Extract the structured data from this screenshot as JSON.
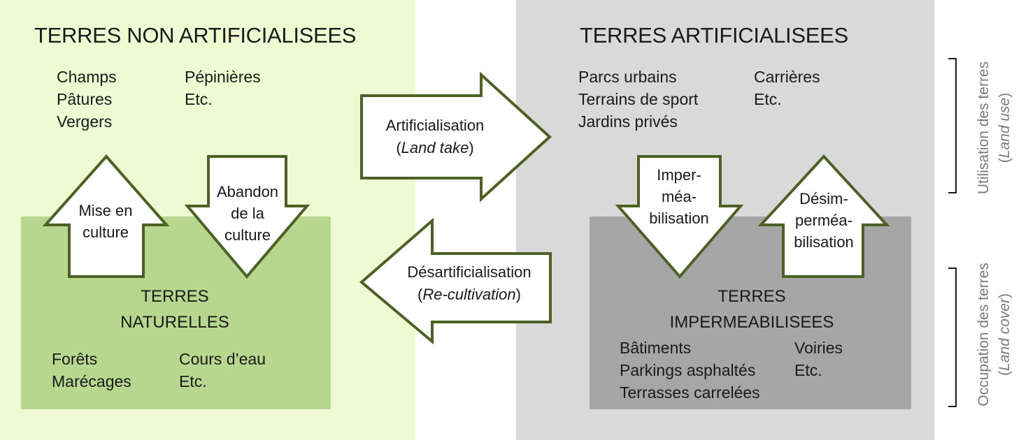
{
  "left_panel": {
    "title": "TERRES NON ARTIFICIALISEES",
    "items_col1": "Champs\nPâtures\nVergers",
    "items_col2": "Pépinières\nEtc."
  },
  "right_panel": {
    "title": "TERRES ARTIFICIALISEES",
    "items_col1": "Parcs urbains\nTerrains de sport\nJardins privés",
    "items_col2": "Carrières\nEtc."
  },
  "natural_box": {
    "title": "TERRES\nNATURELLES",
    "items_col1": "Forêts\nMarécages",
    "items_col2": "Cours d’eau\nEtc."
  },
  "impermeable_box": {
    "title": "TERRES\nIMPERMEABILISEES",
    "items_col1": "Bâtiments\nParkings asphaltés\nTerrasses carrelées",
    "items_col2": "Voiries\nEtc."
  },
  "arrows": {
    "mise_en_culture": "Mise en\nculture",
    "abandon": "Abandon\nde la\nculture",
    "artificialisation": "Artificialisation",
    "artificialisation_en": "Land take",
    "desartificialisation": "Désartificialisation",
    "desartificialisation_en": "Re-cultivation",
    "impermeabilisation": "Imper-\nméa-\nbilisation",
    "desimpermeabilisation": "Désim-\nperméa-\nbilisation"
  },
  "side_labels": {
    "land_use": "Utilisation des terres",
    "land_use_en": "Land use",
    "land_cover": "Occupation des terres",
    "land_cover_en": "Land cover"
  },
  "colors": {
    "left_bg": "#eefbd2",
    "right_bg": "#d9d9d9",
    "natural_box": "#b6d78d",
    "impermeable_box": "#a6a6a6",
    "arrow_stroke": "#4e6124",
    "arrow_fill": "#ffffff"
  }
}
